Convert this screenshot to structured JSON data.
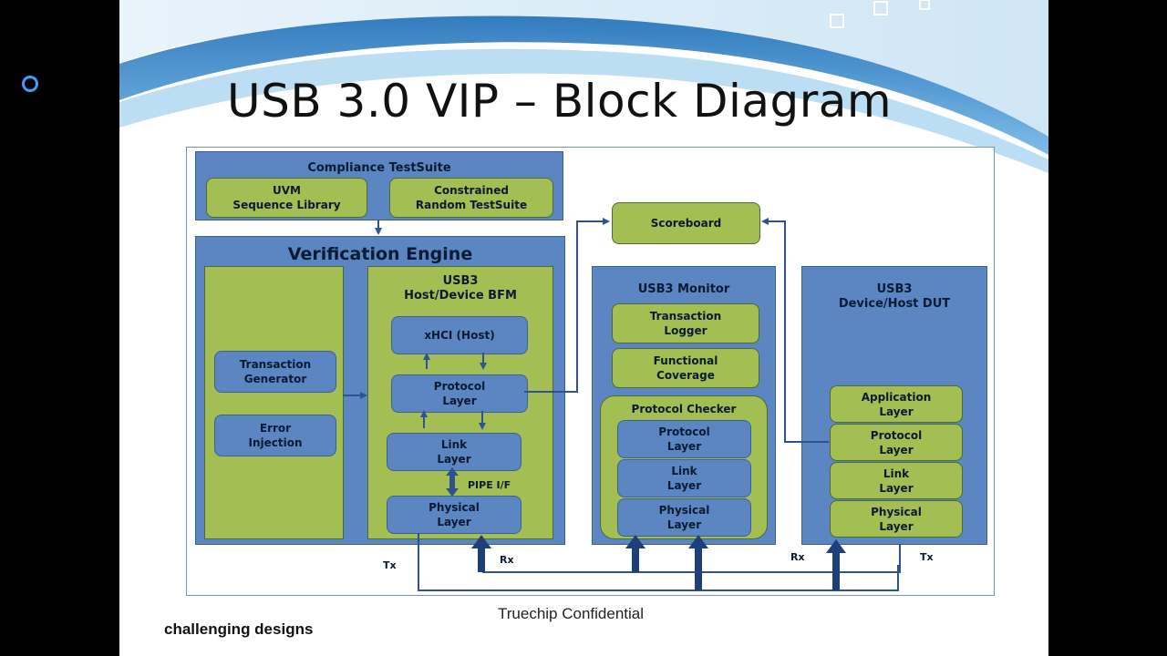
{
  "slide": {
    "title": "USB 3.0 VIP – Block Diagram",
    "footer": "Truechip Confidential",
    "brand": "challenging designs"
  },
  "diagram": {
    "compliance": {
      "title": "Compliance TestSuite",
      "uvm": "UVM\nSequence Library",
      "random": "Constrained\nRandom TestSuite"
    },
    "engine": {
      "title": "Verification Engine",
      "transaction_generator": "Transaction\nGenerator",
      "error_injection": "Error\nInjection",
      "bfm_title": "USB3\nHost/Device BFM",
      "xhci": "xHCI (Host)",
      "protocol": "Protocol\nLayer",
      "link": "Link\nLayer",
      "pipe": "PIPE I/F",
      "physical": "Physical\nLayer"
    },
    "scoreboard": "Scoreboard",
    "monitor": {
      "title": "USB3 Monitor",
      "transaction_logger": "Transaction\nLogger",
      "functional_coverage": "Functional\nCoverage",
      "checker_title": "Protocol Checker",
      "protocol": "Protocol\nLayer",
      "link": "Link\nLayer",
      "physical": "Physical\nLayer"
    },
    "dut": {
      "title": "USB3\nDevice/Host DUT",
      "application": "Application\nLayer",
      "protocol": "Protocol\nLayer",
      "link": "Link\nLayer",
      "physical": "Physical\nLayer"
    },
    "signals": {
      "tx_left": "Tx",
      "rx_left": "Rx",
      "rx_right": "Rx",
      "tx_right": "Tx"
    }
  },
  "colors": {
    "block_blue": "#5b86c2",
    "block_green": "#a3be52",
    "arrow": "#2f5391"
  }
}
